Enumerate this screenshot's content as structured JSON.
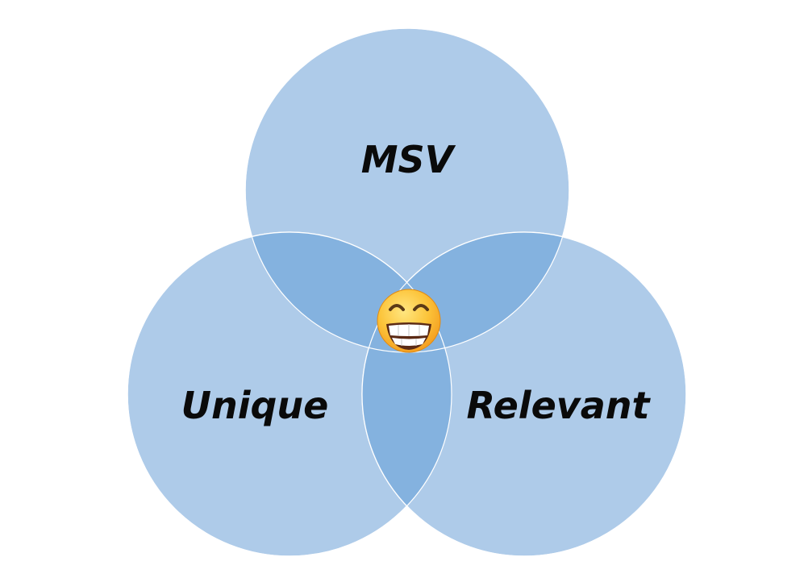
{
  "venn": {
    "sets": [
      {
        "id": "top",
        "label": "MSV"
      },
      {
        "id": "left",
        "label": "Unique"
      },
      {
        "id": "right",
        "label": "Relevant"
      }
    ],
    "center_icon": "grinning-face-with-smiling-eyes-icon",
    "colors": {
      "fill": "#aecbe9",
      "overlap": "#84b2df",
      "stroke": "#ffffff"
    }
  }
}
